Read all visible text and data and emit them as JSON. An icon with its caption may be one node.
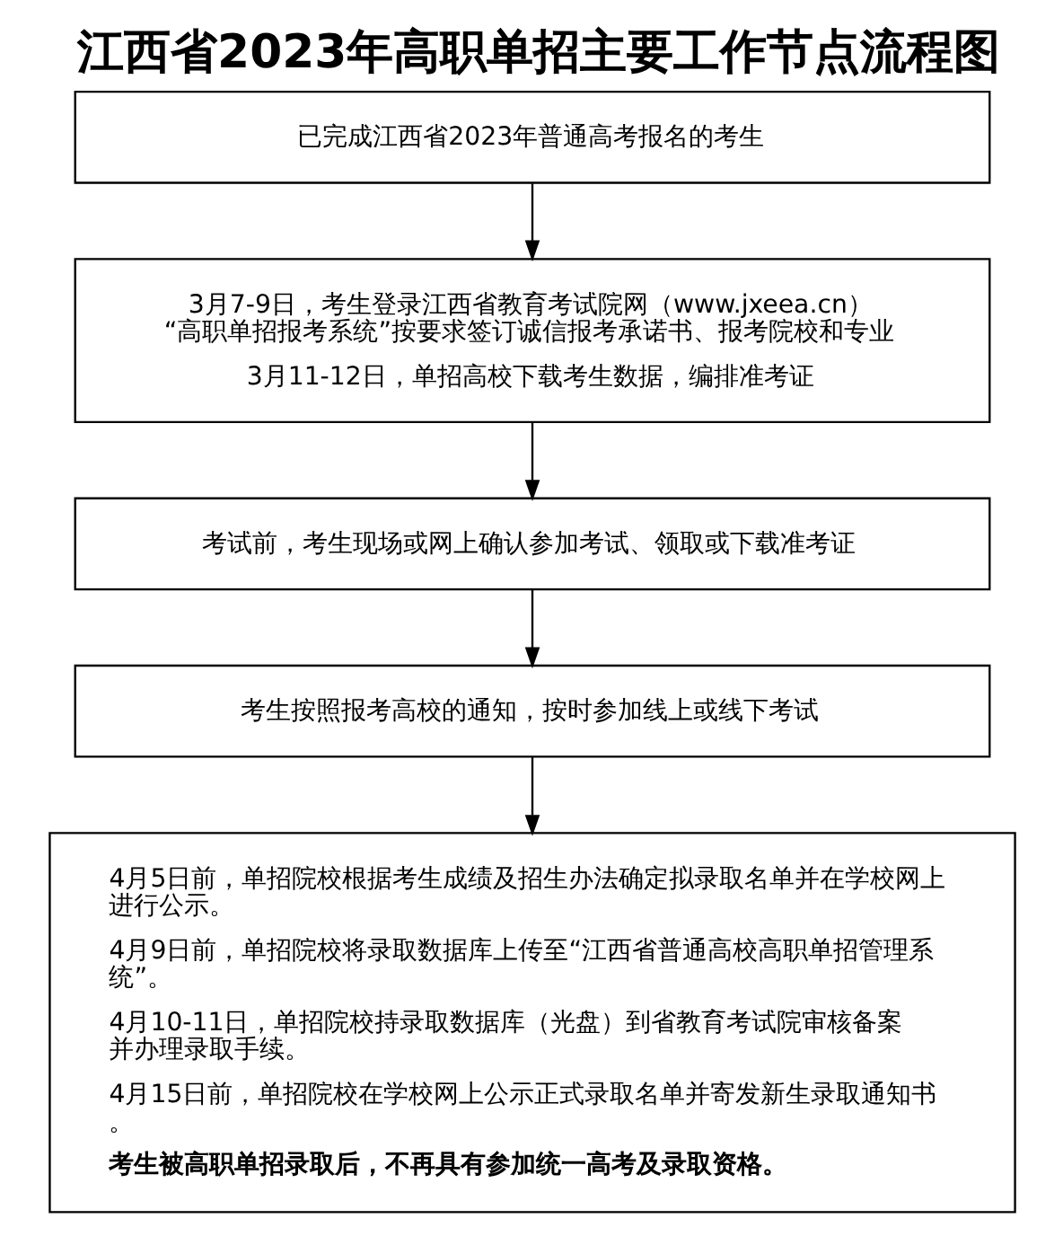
{
  "diagram": {
    "title": "江西省2023年高职单招主要工作节点流程图",
    "nodes": [
      {
        "text": [
          "已完成江西省2023年普通高考报名的考生"
        ]
      },
      {
        "text": [
          "3月7-9日，考生登录江西省教育考试院网（www.jxeea.cn）“高职单招报考系统”按要求签订诚信报考承诺书、报考院校和专业",
          "3月11-12日，单招高校下载考生数据，编排准考证"
        ]
      },
      {
        "text": [
          "考试前，考生现场或网上确认参加考试、领取或下载准考证"
        ]
      },
      {
        "text": [
          "考生按照报考高校的通知，按时参加线上或线下考试"
        ]
      },
      {
        "text": [
          "4月5日前，单招院校根据考生成绩及招生办法确定拟录取名单并在学校网上进行公示。",
          "4月9日前，单招院校将录取数据库上传至“江西省普通高校高职单招管理系统”。",
          "4月10-11日，单招院校持录取数据库（光盘）到省教育考试院审核备案并办理录取手续。",
          "4月15日前，单招院校在学校网上公示正式录取名单并寄发新生录取通知书。",
          "考生被高职单招录取后，不再具有参加统一高考及录取资格。"
        ]
      }
    ],
    "edges": [
      {
        "from": 0,
        "to": 1,
        "arrow": "to"
      },
      {
        "from": 1,
        "to": 2,
        "arrow": "to"
      },
      {
        "from": 2,
        "to": 3,
        "arrow": "to"
      },
      {
        "from": 3,
        "to": 4,
        "arrow": "to"
      }
    ]
  }
}
